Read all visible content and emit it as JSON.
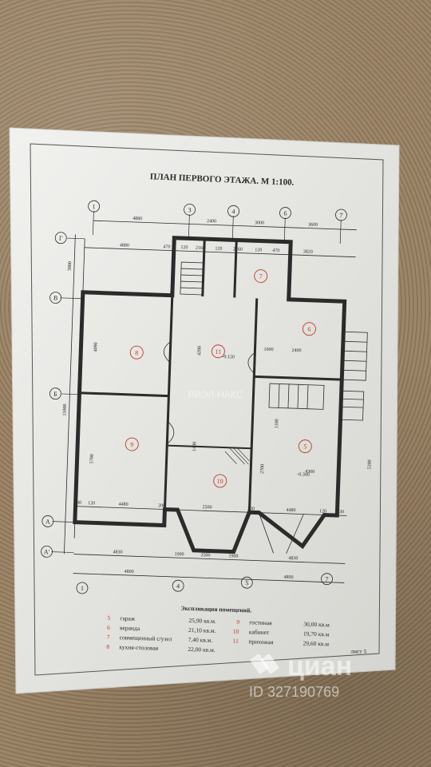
{
  "sheet": {
    "title": "ПЛАН ПЕРВОГО ЭТАЖА. М 1:100.",
    "sheet_label": "лист 5",
    "table_title": "Экспликация помещений.",
    "rooms_left": [
      {
        "num": "5",
        "name": "гараж",
        "area": "25,90 кв.м."
      },
      {
        "num": "6",
        "name": "веранда",
        "area": "21,10 кв.м."
      },
      {
        "num": "7",
        "name": "совмещенный с/узел",
        "area": "7,40 кв.м."
      },
      {
        "num": "8",
        "name": "кухня-столовая",
        "area": "22,00 кв.м."
      }
    ],
    "rooms_right": [
      {
        "num": "9",
        "name": "гостиная",
        "area": "30,00 кв.м"
      },
      {
        "num": "10",
        "name": "кабинет",
        "area": "19,70 кв.м"
      },
      {
        "num": "11",
        "name": "прихожая",
        "area": "29,60 кв.м"
      }
    ]
  },
  "plan": {
    "axis_top": [
      "1",
      "3",
      "4",
      "6",
      "7"
    ],
    "axis_left": [
      "Г",
      "В",
      "Б",
      "А",
      "А'"
    ],
    "axis_bottom": [
      "1",
      "4",
      "5",
      "7"
    ],
    "room_marks": [
      "8",
      "11",
      "6",
      "9",
      "10",
      "5",
      "7"
    ],
    "dims_top_1": [
      "4880",
      "2400",
      "3000",
      "3600"
    ],
    "dims_top_2": [
      "4880",
      "470",
      "120",
      "2160",
      "120",
      "2160",
      "120",
      "470",
      "3820"
    ],
    "dims_bottom": [
      "430",
      "120",
      "4480",
      "200",
      "2500",
      "200",
      "4480",
      "120",
      "430"
    ],
    "dims_bottom_2": [
      "4830",
      "1900",
      "2500",
      "1900",
      "4830"
    ],
    "dims_bottom_3": [
      "4800",
      "4800"
    ],
    "dims_left": [
      "3000",
      "4090",
      "5700",
      "15000"
    ],
    "dims_right": [
      "5200"
    ],
    "dims_inner": [
      "2400",
      "1000",
      "4280",
      "2700",
      "1400",
      "1100",
      "4300"
    ],
    "level_marks": [
      "-0.150",
      "-0.300"
    ]
  },
  "watermarks": {
    "center": "РИЭЛ-НАКС",
    "brand": "циан",
    "id": "ID 327190769"
  }
}
